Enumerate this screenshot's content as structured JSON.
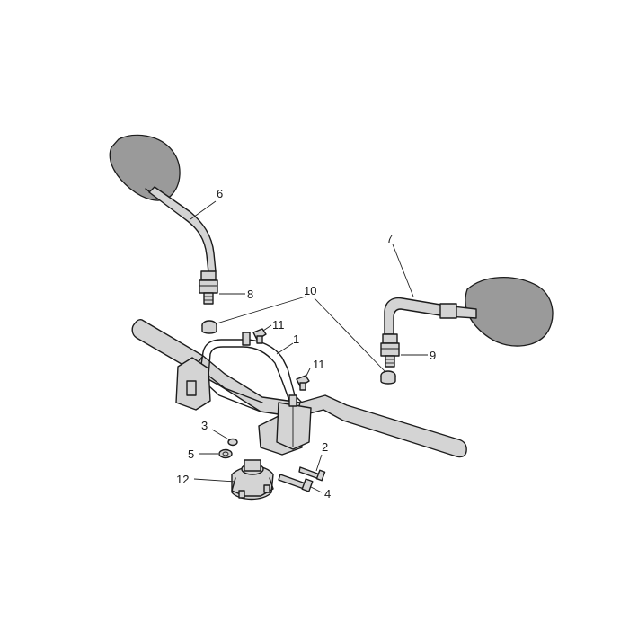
{
  "callouts": [
    {
      "id": "c1",
      "label": "1"
    },
    {
      "id": "c2",
      "label": "2"
    },
    {
      "id": "c3",
      "label": "3"
    },
    {
      "id": "c4",
      "label": "4"
    },
    {
      "id": "c5",
      "label": "5"
    },
    {
      "id": "c6",
      "label": "6"
    },
    {
      "id": "c7",
      "label": "7"
    },
    {
      "id": "c8",
      "label": "8"
    },
    {
      "id": "c9",
      "label": "9"
    },
    {
      "id": "c10",
      "label": "10"
    },
    {
      "id": "c11a",
      "label": "11"
    },
    {
      "id": "c11b",
      "label": "11"
    },
    {
      "id": "c12",
      "label": "12"
    }
  ],
  "colors": {
    "line": "#1c1c1c",
    "part_fill": "#d4d4d4",
    "mirror_fill": "#9a9a9a",
    "background": "#ffffff"
  }
}
